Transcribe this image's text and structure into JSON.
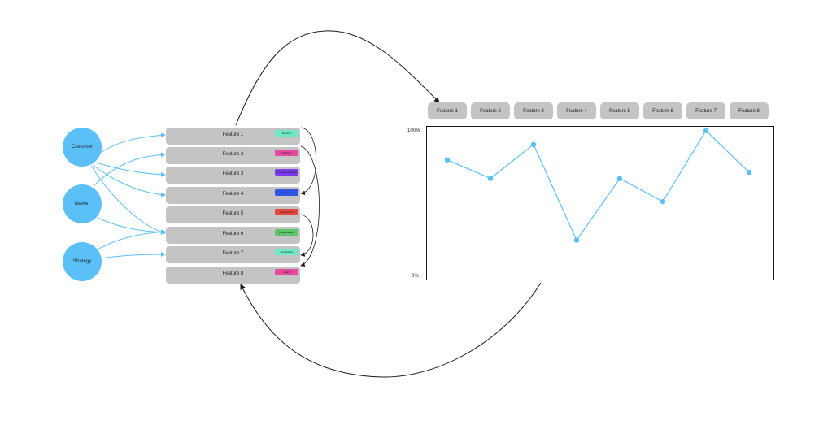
{
  "nodes": [
    {
      "label": "Customer",
      "color": "#5bc0f8"
    },
    {
      "label": "Market",
      "color": "#5bc0f8"
    },
    {
      "label": "Strategy",
      "color": "#5bc0f8"
    }
  ],
  "features": [
    {
      "label": "Feature 1",
      "tag": "Function",
      "tag_color": "#6ee7c8"
    },
    {
      "label": "Feature 2",
      "tag": "Aesthetic",
      "tag_color": "#e64aa0"
    },
    {
      "label": "Feature 3",
      "tag": "Cost effectiveness",
      "tag_color": "#7c3aed"
    },
    {
      "label": "Feature 4",
      "tag": "Security",
      "tag_color": "#2f55e4"
    },
    {
      "label": "Feature 5",
      "tag": "Comparisons",
      "tag_color": "#e5483b"
    },
    {
      "label": "Feature 6",
      "tag": "Differentiation",
      "tag_color": "#5cc56b"
    },
    {
      "label": "Feature 7",
      "tag": "Functional",
      "tag_color": "#6ee7c8"
    },
    {
      "label": "Feature 8",
      "tag": "Quality",
      "tag_color": "#e64aa0"
    }
  ],
  "chart_data": {
    "type": "line",
    "categories": [
      "Feature 1",
      "Feature 2",
      "Feature 3",
      "Feature 4",
      "Feature 5",
      "Feature 6",
      "Feature 7",
      "Feature 8"
    ],
    "series": [
      {
        "values": [
          78,
          66,
          88,
          26,
          66,
          51,
          97,
          70
        ]
      }
    ],
    "ylim": [
      0,
      100
    ],
    "y_tick_labels": {
      "top": "100%",
      "bottom": "0%"
    },
    "line_color": "#5bc0f8",
    "grid": false
  },
  "colors": {
    "node": "#5bc0f8",
    "arrow_blue": "#5bc0f8",
    "arrow_black": "#1a1a1a",
    "row_bg": "#c4c4c4"
  }
}
